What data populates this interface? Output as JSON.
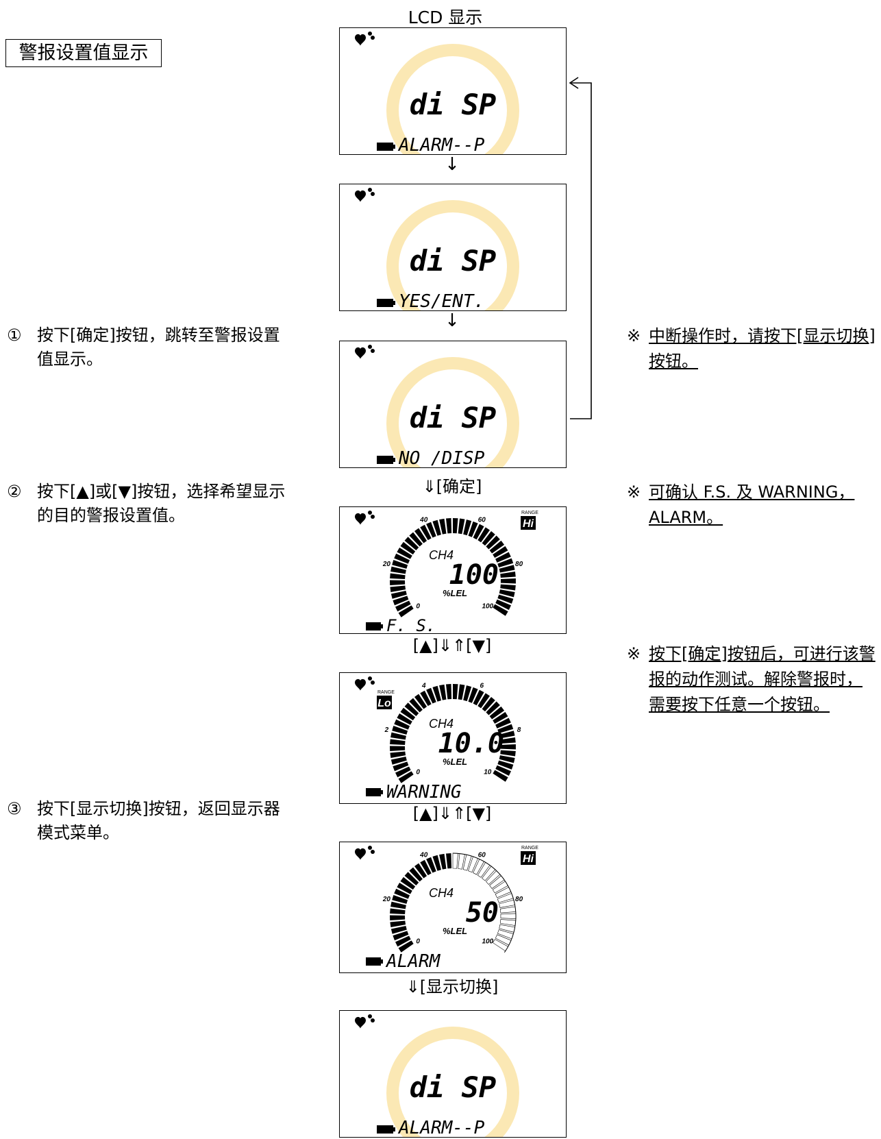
{
  "header": {
    "title": "警报设置值显示"
  },
  "lcd_title": "LCD 显示",
  "steps": [
    {
      "num": "①",
      "text": "按下[确定]按钮，跳转至警报设置值显示。"
    },
    {
      "num": "②",
      "text": "按下[▲]或[▼]按钮，选择希望显示的目的警报设置值。"
    },
    {
      "num": "③",
      "text": "按下[显示切换]按钮，返回显示器模式菜单。"
    }
  ],
  "notes": [
    {
      "mark": "※",
      "text": "中断操作时，请按下[显示切换]按钮。"
    },
    {
      "mark": "※",
      "text": "可确认 F.S. 及 WARNING，ALARM。"
    },
    {
      "mark": "※",
      "text": "按下[确定]按钮后，可进行该警报的动作测试。解除警报时，需要按下任意一个按钮。"
    }
  ],
  "transitions": {
    "down_arrow": "↓",
    "enter": "⇓[确定]",
    "up_down_1": "[▲]⇓⇑[▼]",
    "up_down_2": "[▲]⇓⇑[▼]",
    "display_switch": "⇓[显示切换]"
  },
  "screens": {
    "s1": {
      "main": "di SP",
      "bottom": "ALARM--P"
    },
    "s2": {
      "main": "di SP",
      "bottom": "YES/ENT."
    },
    "s3": {
      "main": "di SP",
      "bottom": "NO /DISP"
    },
    "s4": {
      "gas": "CH4",
      "unit": "%LEL",
      "value": "100",
      "range": "Hi",
      "range_label": "RANGE",
      "bottom": "F. S.",
      "scale": [
        "0",
        "20",
        "40",
        "60",
        "80",
        "100"
      ],
      "fill_fraction": 1.0
    },
    "s5": {
      "gas": "CH4",
      "unit": "%LEL",
      "value": "10.0",
      "range": "Lo",
      "range_label": "RANGE",
      "bottom": "WARNING",
      "scale": [
        "0",
        "2",
        "4",
        "6",
        "8",
        "10"
      ],
      "fill_fraction": 1.0
    },
    "s6": {
      "gas": "CH4",
      "unit": "%LEL",
      "value": "50",
      "range": "Hi",
      "range_label": "RANGE",
      "bottom": "ALARM",
      "scale": [
        "0",
        "20",
        "40",
        "60",
        "80",
        "100"
      ],
      "fill_fraction": 0.5
    },
    "s7": {
      "main": "di SP",
      "bottom": "ALARM--P"
    }
  },
  "colors": {
    "faint": "#fbe8b4",
    "ink": "#000000"
  }
}
